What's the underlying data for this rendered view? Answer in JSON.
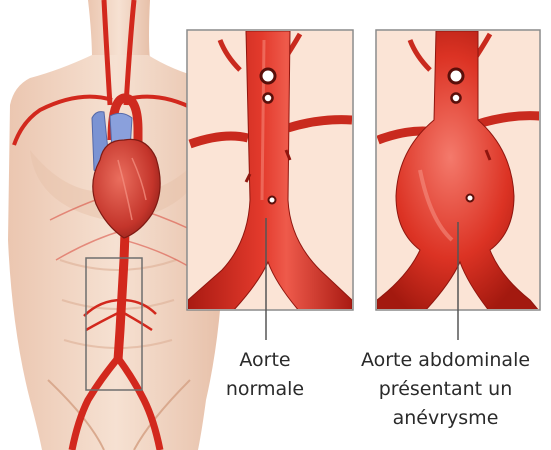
{
  "captions": {
    "normal": {
      "line1": "Aorte",
      "line2": "normale"
    },
    "aneurysm": {
      "line1": "Aorte abdominale",
      "line2": "présentant un",
      "line3": "anévrysme"
    }
  },
  "colors": {
    "artery": "#d8261c",
    "artery_dark": "#9b1710",
    "artery_light": "#f2675a",
    "vein": "#7f95d1",
    "skin": "#f3d8c6",
    "skin_shadow": "#e2b9a2",
    "panel_border": "#8a8a8a"
  }
}
